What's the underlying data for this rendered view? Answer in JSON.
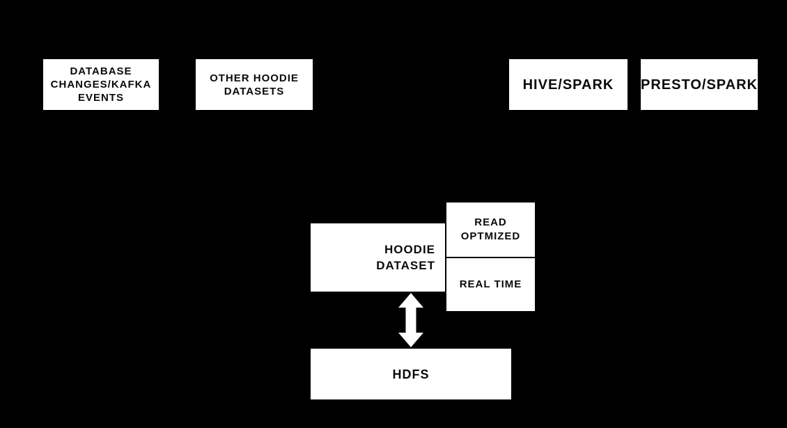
{
  "diagram": {
    "title": "hoodie dataset architecture diagram",
    "colors": {
      "background": "#000000",
      "node_fill": "#ffffff",
      "node_text": "#0a0a0a",
      "arrow": "#ffffff"
    },
    "nodes": [
      {
        "id": "database-changes-kafka-events",
        "lines": [
          "DATABASE",
          "CHANGES/KAFKA",
          "EVENTS"
        ]
      },
      {
        "id": "other-hoodie-datasets",
        "lines": [
          "OTHER HOODIE",
          "DATASETS"
        ]
      },
      {
        "id": "hive-spark",
        "lines": [
          "HIVE/SPARK"
        ]
      },
      {
        "id": "presto-spark",
        "lines": [
          "PRESTO/SPARK"
        ]
      },
      {
        "id": "hoodie-dataset",
        "lines": [
          "HOODIE",
          "DATASET"
        ]
      },
      {
        "id": "read-optimized-view",
        "lines": [
          "READ",
          "OPTMIZED"
        ]
      },
      {
        "id": "real-time-view",
        "lines": [
          "REAL TIME"
        ]
      },
      {
        "id": "hdfs",
        "lines": [
          "HDFS"
        ]
      }
    ],
    "connectors": [
      {
        "id": "hoodie-dataset-hdfs",
        "type": "double-headed-vertical-arrow",
        "from": "hoodie-dataset",
        "to": "hdfs"
      }
    ]
  }
}
